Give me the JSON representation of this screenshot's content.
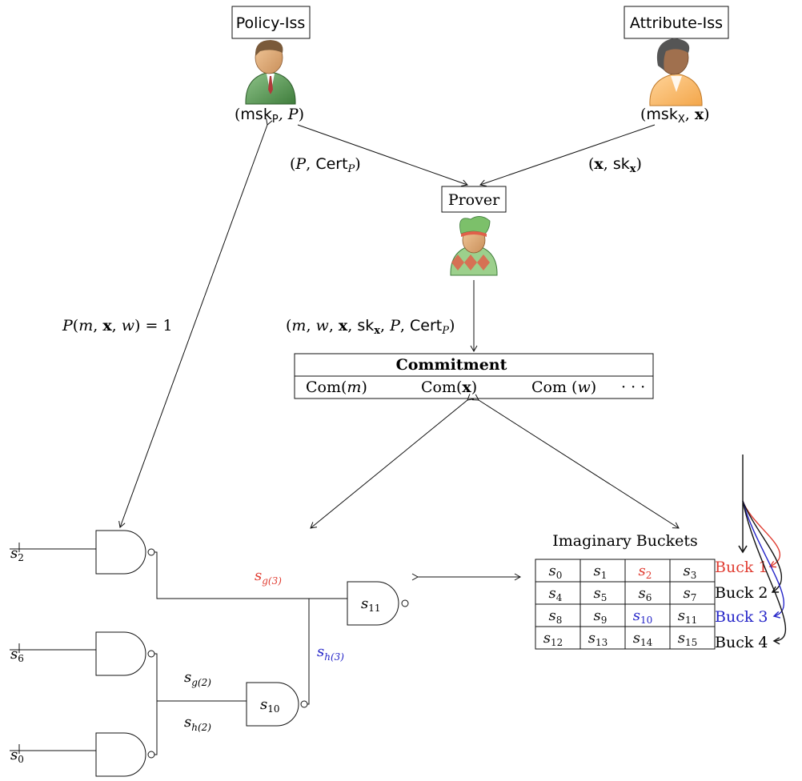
{
  "actors": {
    "policy_issuer": {
      "label": "Policy-Iss",
      "keys": "(msk",
      "keys_sub": "P",
      "keys_tail": ", P)"
    },
    "attribute_issuer": {
      "label": "Attribute-Iss",
      "keys": "(msk",
      "keys_sub": "X",
      "keys_tail": ", x)"
    },
    "prover": {
      "label": "Prover"
    }
  },
  "edges": {
    "policy_to_prover": "(P, Cert",
    "policy_to_prover_sub": "P",
    "policy_to_prover_tail": ")",
    "attr_to_prover": "(x, sk",
    "attr_to_prover_sub": "x",
    "attr_to_prover_tail": ")",
    "prover_to_commit": "(m, w, x, sk",
    "prover_to_commit_sub": "x",
    "prover_to_commit_tail": ", P, Cert",
    "prover_to_commit_sub2": "P",
    "prover_to_commit_end": ")",
    "policy_eval": "P(m, x, w) = 1"
  },
  "commitment": {
    "title": "Commitment",
    "cells": [
      "Com(m)",
      "Com(x)",
      "Com (w)",
      "· · ·"
    ]
  },
  "circuit": {
    "inputs": [
      "s",
      "s",
      "s"
    ],
    "input_subs": [
      "2",
      "6",
      "0"
    ],
    "gate_11": {
      "label": "s",
      "sub": "11"
    },
    "gate_10": {
      "label": "s",
      "sub": "10"
    },
    "wire_g3": {
      "label": "s",
      "sub": "g(3)"
    },
    "wire_h3": {
      "label": "s",
      "sub": "h(3)"
    },
    "wire_g2": {
      "label": "s",
      "sub": "g(2)"
    },
    "wire_h2": {
      "label": "s",
      "sub": "h(2)"
    }
  },
  "buckets": {
    "title": "Imaginary Buckets",
    "rows": [
      [
        "0",
        "1",
        "2",
        "3"
      ],
      [
        "4",
        "5",
        "6",
        "7"
      ],
      [
        "8",
        "9",
        "10",
        "11"
      ],
      [
        "12",
        "13",
        "14",
        "15"
      ]
    ],
    "labels": [
      "Buck 1",
      "Buck 2",
      "Buck 3",
      "Buck 4"
    ]
  },
  "colors": {
    "red": "#e03c31",
    "blue": "#2424c8",
    "black": "#111111"
  }
}
